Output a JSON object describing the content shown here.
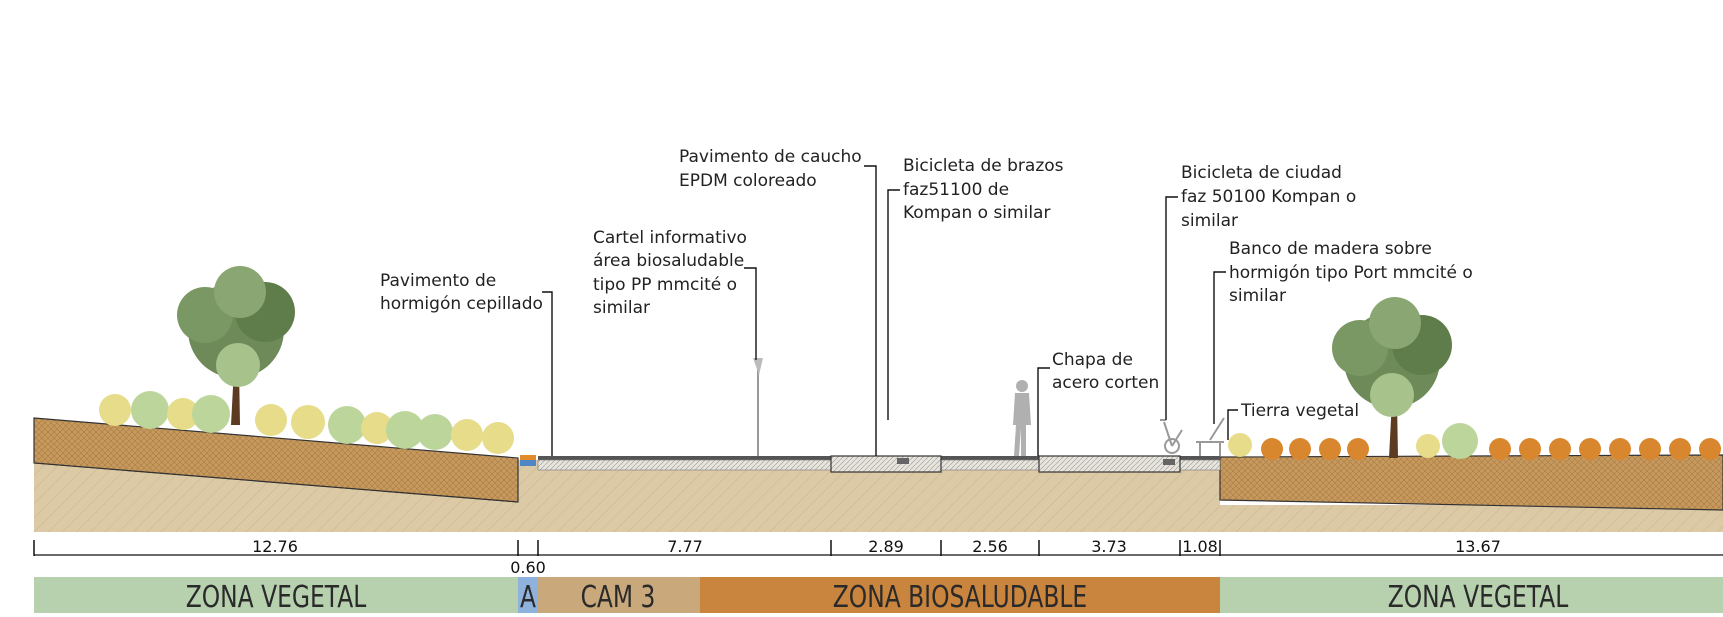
{
  "labels": {
    "pavimento_hormigon": [
      "Pavimento de",
      "hormigón cepillado"
    ],
    "cartel": [
      "Cartel informativo",
      "área biosaludable",
      "tipo PP mmcité o",
      "similar"
    ],
    "pavimento_caucho": [
      "Pavimento de caucho",
      "EPDM coloreado"
    ],
    "bicicleta_brazos": [
      "Bicicleta de brazos",
      "faz51100  de",
      "Kompan o similar"
    ],
    "chapa": [
      "Chapa de",
      "acero corten"
    ],
    "bicicleta_ciudad": [
      "Bicicleta de ciudad",
      "faz 50100 Kompan o",
      "similar"
    ],
    "banco": [
      "Banco de madera sobre",
      "hormigón tipo Port mmcité o",
      "similar"
    ],
    "tierra": [
      "Tierra vegetal"
    ]
  },
  "dimensions": [
    "12.76",
    "0.60",
    "7.77",
    "2.89",
    "2.56",
    "3.73",
    "1.08",
    "13.67"
  ],
  "zones": [
    {
      "label": "ZONA VEGETAL",
      "color": "#b7d0ae"
    },
    {
      "label": "A",
      "color": "#8fb2dc"
    },
    {
      "label": "CAM 3",
      "color": "#c9a87c"
    },
    {
      "label": "ZONA BIOSALUDABLE",
      "color": "#c9843d"
    },
    {
      "label": "ZONA VEGETAL",
      "color": "#b7d0ae"
    }
  ],
  "colors": {
    "soil": "#dcc9a6",
    "planter_earth": "#c69a5e",
    "paving": "#dfdcd6",
    "tree_foliage": "#6d8a58",
    "shrub_yellow": "#e6dc8a",
    "shrub_green": "#bcd59a",
    "shrub_orange": "#d9872f"
  }
}
